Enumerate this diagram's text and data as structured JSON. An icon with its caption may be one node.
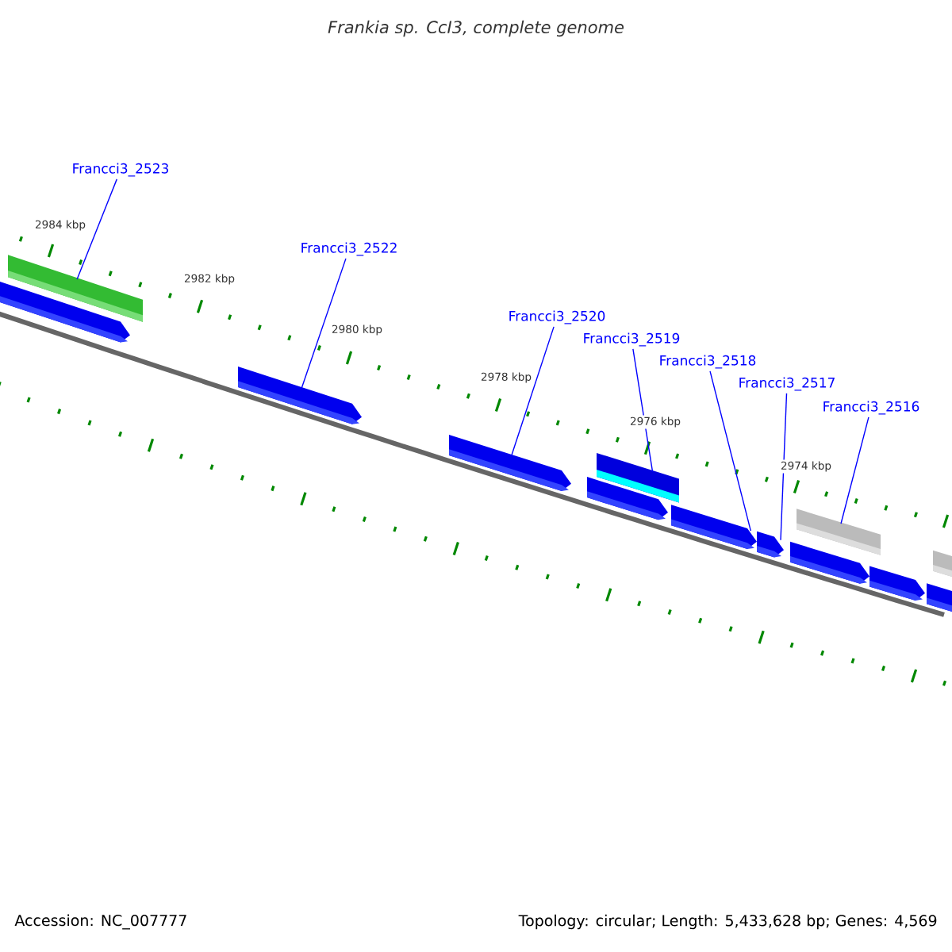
{
  "diagram": {
    "title": "Frankia sp. CcI3, complete genome",
    "nodes": [
      {
        "text": [
          "Francci3_2523"
        ]
      },
      {
        "text": [
          "Francci3_2522"
        ]
      },
      {
        "text": [
          "Francci3_2520"
        ]
      },
      {
        "text": [
          "Francci3_2519"
        ]
      },
      {
        "text": [
          "Francci3_2518"
        ]
      },
      {
        "text": [
          "Francci3_2517"
        ]
      },
      {
        "text": [
          "Francci3_2516"
        ]
      },
      {
        "text": [],
        "shape": "pentagon"
      },
      {
        "text": [],
        "shape": "bar"
      },
      {
        "text": [],
        "shape": "pentagon"
      },
      {
        "text": [],
        "shape": "pentagon"
      },
      {
        "text": [],
        "shape": "pentagon"
      },
      {
        "text": [],
        "shape": "bar"
      },
      {
        "text": [],
        "shape": "pentagon"
      },
      {
        "text": [],
        "shape": "pentagon"
      },
      {
        "text": [],
        "shape": "pentagon"
      },
      {
        "text": [],
        "shape": "bar"
      },
      {
        "text": [],
        "shape": "pentagon"
      },
      {
        "text": [],
        "shape": "pentagon"
      },
      {
        "text": [],
        "shape": "bar"
      }
    ],
    "edges": [
      {
        "from": 0,
        "to": 8,
        "arrow": "none"
      },
      {
        "from": 1,
        "to": 9,
        "arrow": "none"
      },
      {
        "from": 2,
        "to": 10,
        "arrow": "none"
      },
      {
        "from": 3,
        "to": 12,
        "arrow": "none"
      },
      {
        "from": 4,
        "to": 13,
        "arrow": "none"
      },
      {
        "from": 5,
        "to": 14,
        "arrow": "none"
      },
      {
        "from": 6,
        "to": 16,
        "arrow": "none"
      }
    ],
    "labels": [
      "2984 kbp",
      "2982 kbp",
      "2980 kbp",
      "2978 kbp",
      "2976 kbp",
      "2974 kbp",
      "Accession: NC_007777",
      "Topology: circular; Length: 5,433,628 bp; Genes: 4,569"
    ]
  }
}
